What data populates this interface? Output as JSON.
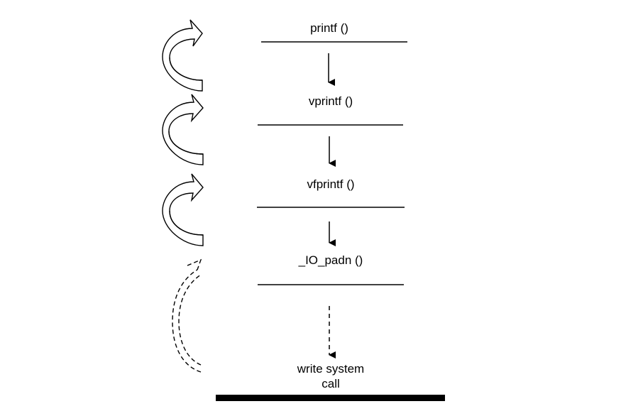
{
  "diagram": {
    "functions": [
      {
        "label": "printf ()"
      },
      {
        "label": "vprintf ()"
      },
      {
        "label": "vfprintf ()"
      },
      {
        "label": "_IO_padn ()"
      }
    ],
    "bottom": {
      "line1": "write system",
      "line2": "call"
    }
  }
}
